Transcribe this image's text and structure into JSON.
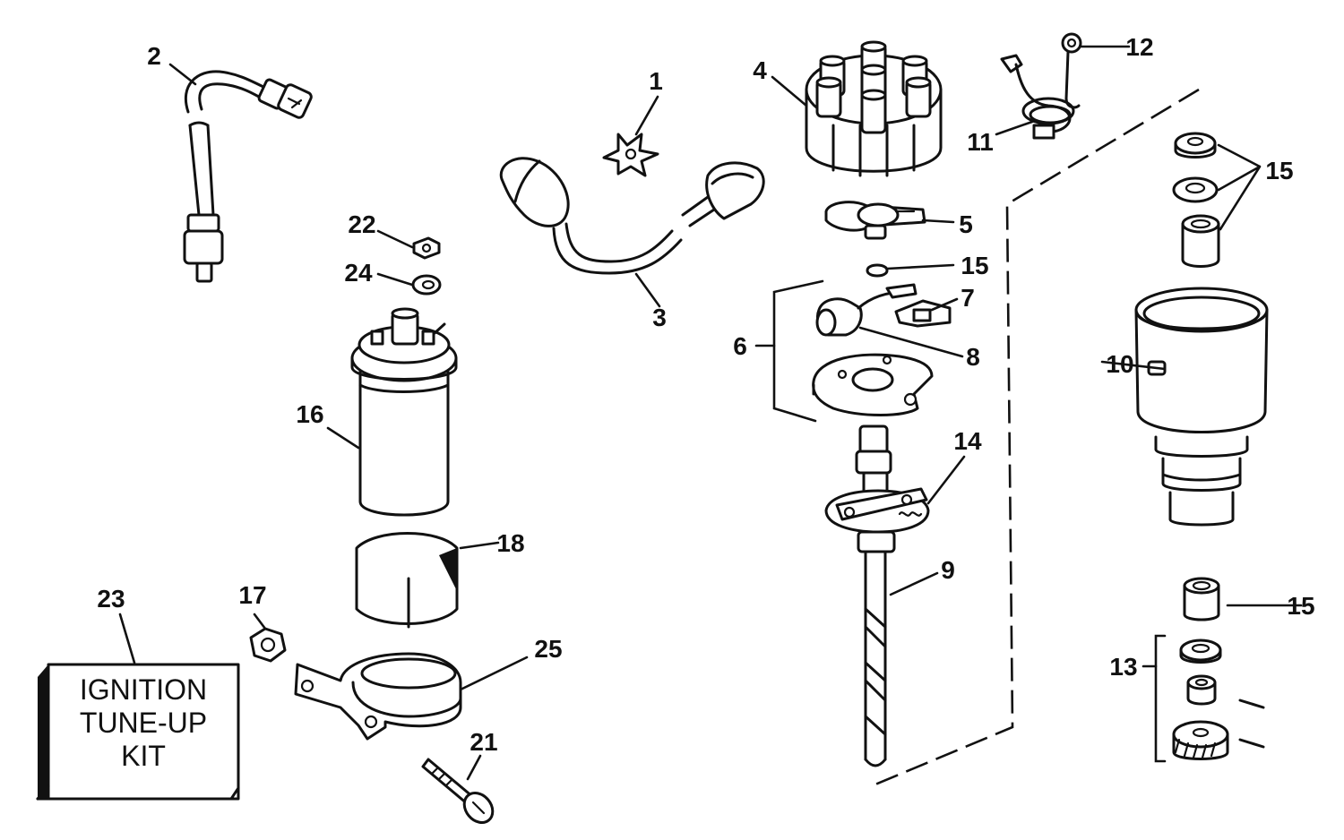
{
  "callouts": {
    "c1": "1",
    "c2": "2",
    "c3": "3",
    "c4": "4",
    "c5": "5",
    "c6": "6",
    "c7": "7",
    "c8": "8",
    "c9": "9",
    "c10": "10",
    "c11": "11",
    "c12": "12",
    "c13": "13",
    "c14": "14",
    "c15a": "15",
    "c15b": "15",
    "c15c": "15",
    "c16": "16",
    "c17": "17",
    "c18": "18",
    "c21": "21",
    "c22": "22",
    "c23": "23",
    "c24": "24",
    "c25": "25"
  },
  "kit_box": {
    "line1": "IGNITION",
    "line2": "TUNE-UP",
    "line3": "KIT"
  }
}
